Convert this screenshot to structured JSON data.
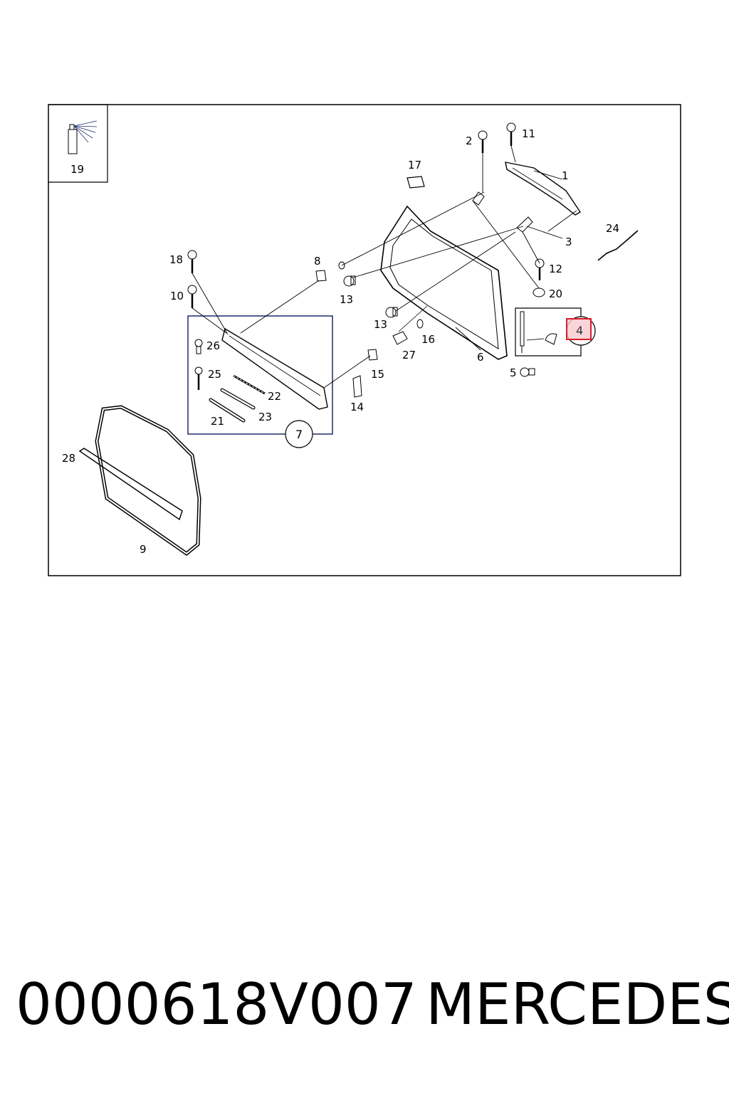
{
  "diagram": {
    "frame_color": "#000000",
    "group_box_color": "#1f2a6b",
    "highlight_color": "#d81e2a",
    "highlight_fill": "#f7c9d0",
    "spray_icon": "spray-can-icon",
    "callouts": [
      {
        "id": "1",
        "label": "1"
      },
      {
        "id": "2",
        "label": "2"
      },
      {
        "id": "3",
        "label": "3"
      },
      {
        "id": "5",
        "label": "5"
      },
      {
        "id": "6",
        "label": "6"
      },
      {
        "id": "8",
        "label": "8"
      },
      {
        "id": "9",
        "label": "9"
      },
      {
        "id": "10",
        "label": "10"
      },
      {
        "id": "11",
        "label": "11"
      },
      {
        "id": "12",
        "label": "12"
      },
      {
        "id": "13a",
        "label": "13"
      },
      {
        "id": "13b",
        "label": "13"
      },
      {
        "id": "14",
        "label": "14"
      },
      {
        "id": "15",
        "label": "15"
      },
      {
        "id": "16",
        "label": "16"
      },
      {
        "id": "17",
        "label": "17"
      },
      {
        "id": "18",
        "label": "18"
      },
      {
        "id": "19",
        "label": "19"
      },
      {
        "id": "20",
        "label": "20"
      },
      {
        "id": "21",
        "label": "21"
      },
      {
        "id": "22",
        "label": "22"
      },
      {
        "id": "23",
        "label": "23"
      },
      {
        "id": "24",
        "label": "24"
      },
      {
        "id": "25",
        "label": "25"
      },
      {
        "id": "26",
        "label": "26"
      },
      {
        "id": "27",
        "label": "27"
      },
      {
        "id": "28",
        "label": "28"
      }
    ],
    "circled": [
      {
        "id": "7",
        "label": "7"
      },
      {
        "id": "4",
        "label": "4",
        "highlighted": true
      }
    ]
  },
  "footer": {
    "code": "0000618V007",
    "brand": "MERCEDES"
  }
}
